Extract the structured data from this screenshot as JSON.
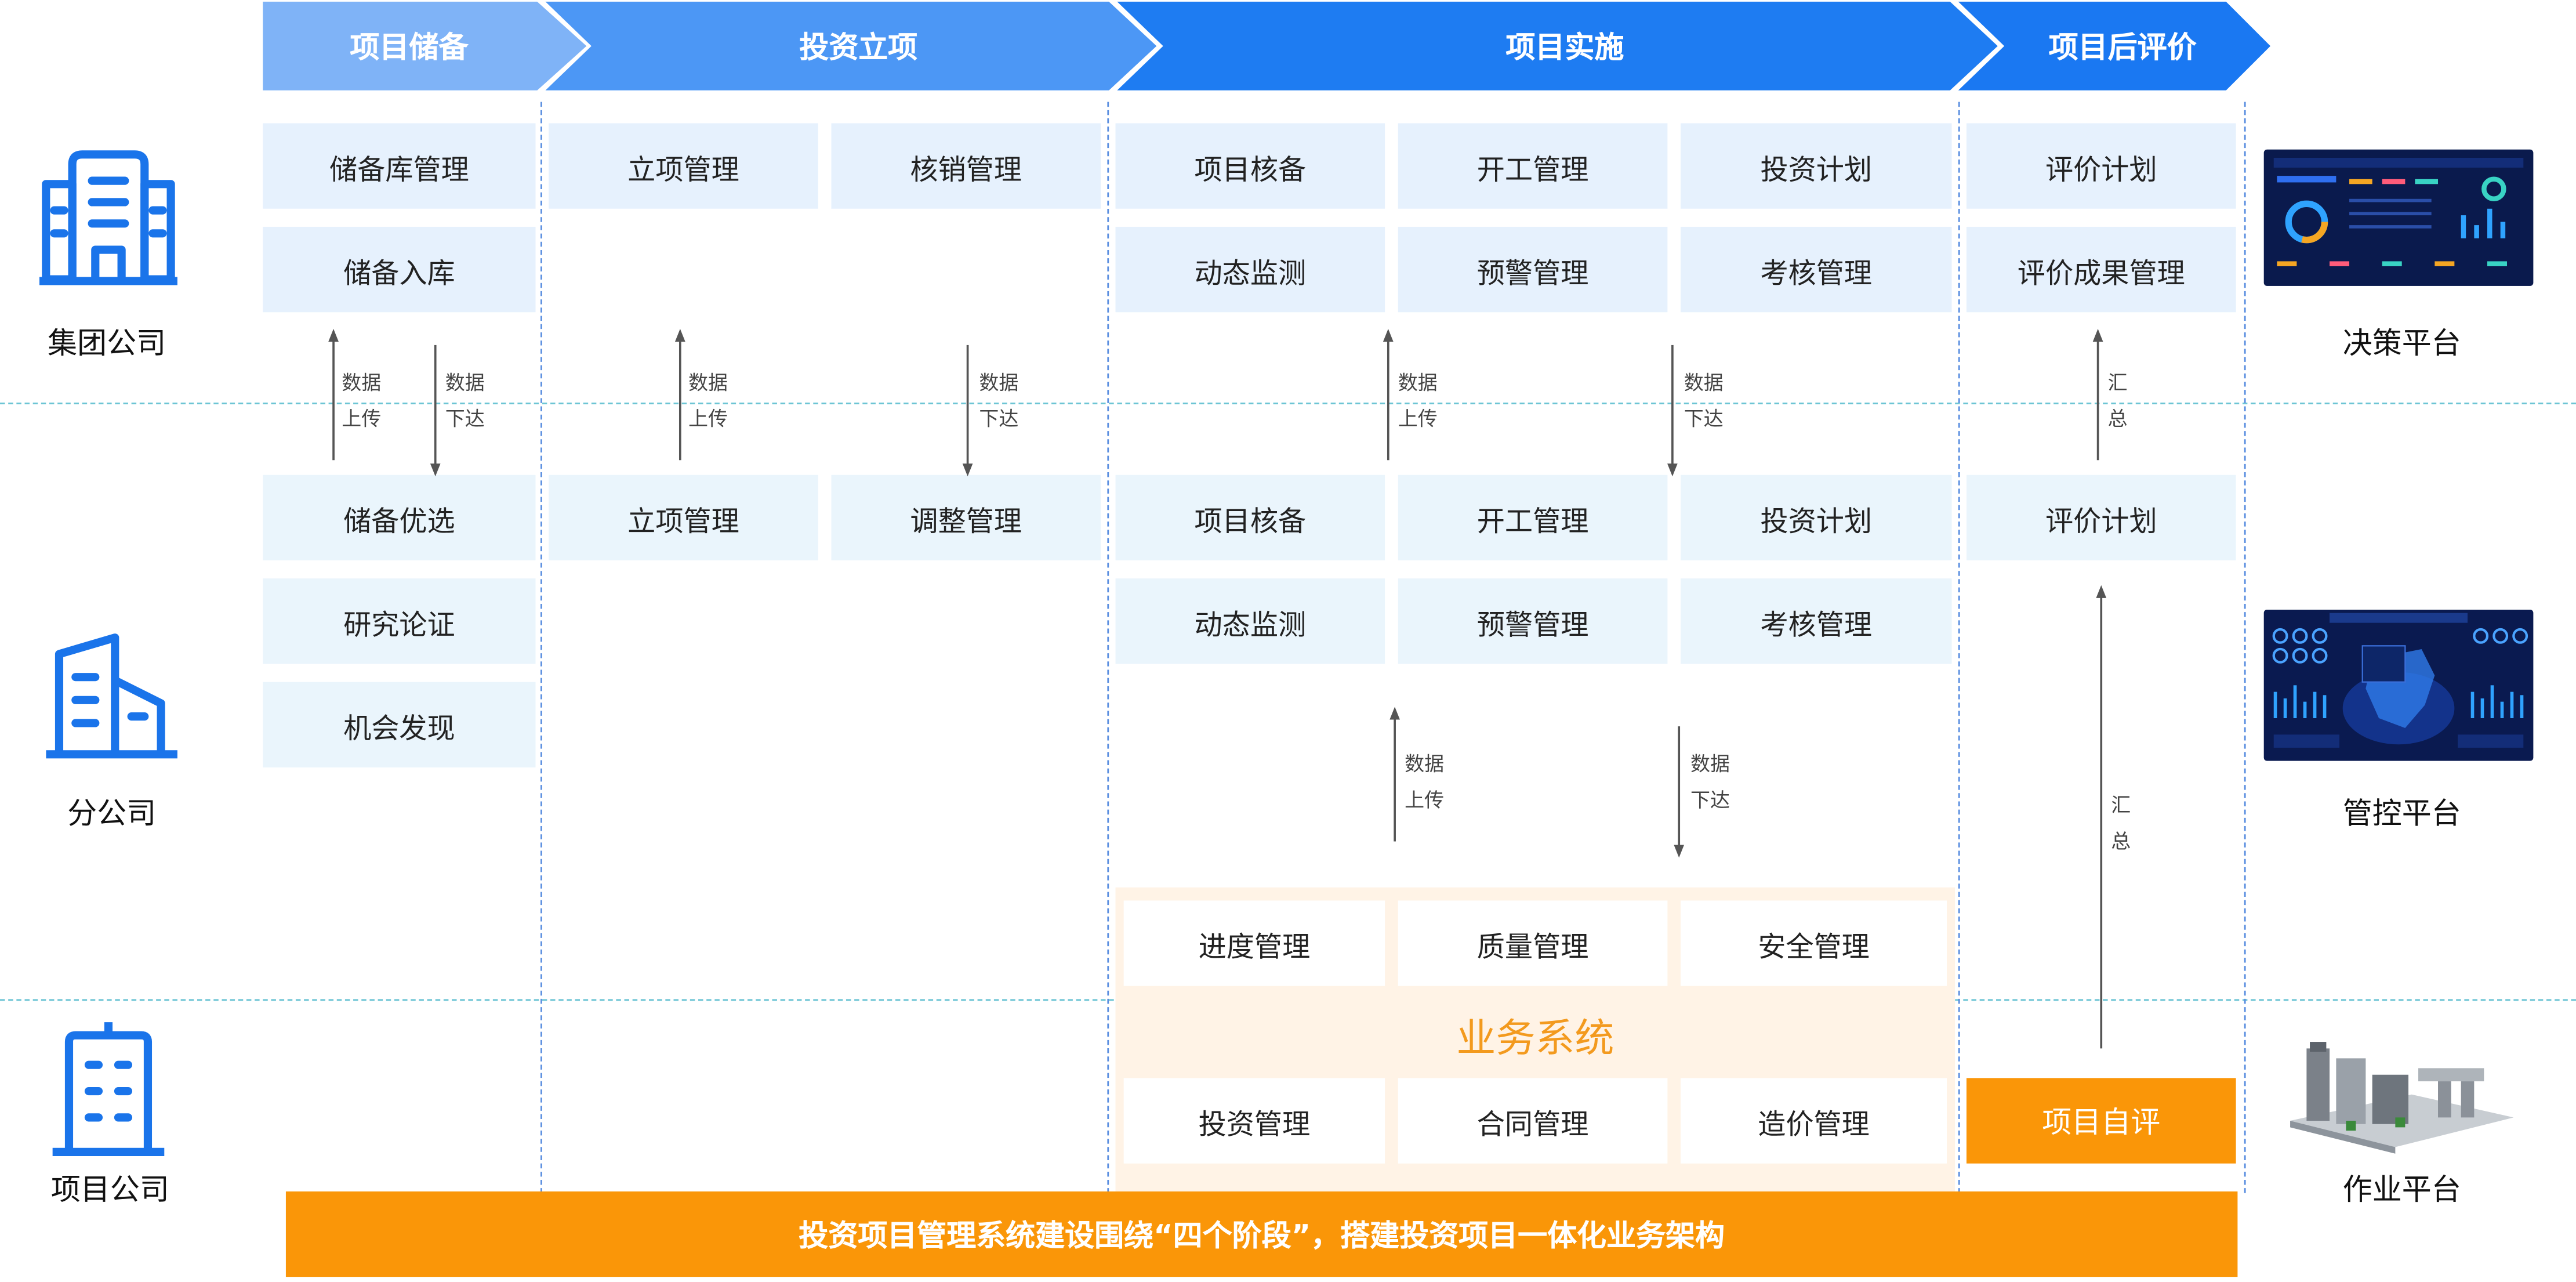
{
  "stages": [
    "项目储备",
    "投资立项",
    "项目实施",
    "项目后评价"
  ],
  "rows": {
    "group": "集团公司",
    "branch": "分公司",
    "project": "项目公司"
  },
  "platforms": {
    "decision": "决策平台",
    "control": "管控平台",
    "operation": "作业平台"
  },
  "group_level": {
    "reserve": [
      "储备库管理",
      "储备入库"
    ],
    "approval": [
      "立项管理",
      "核销管理"
    ],
    "implementation": [
      "项目核备",
      "开工管理",
      "投资计划",
      "动态监测",
      "预警管理",
      "考核管理"
    ],
    "evaluation": [
      "评价计划",
      "评价成果管理"
    ]
  },
  "branch_level": {
    "reserve": [
      "储备优选",
      "研究论证",
      "机会发现"
    ],
    "approval": [
      "立项管理",
      "调整管理"
    ],
    "implementation": [
      "项目核备",
      "开工管理",
      "投资计划",
      "动态监测",
      "预警管理",
      "考核管理"
    ],
    "evaluation": [
      "评价计划"
    ]
  },
  "project_level": {
    "implementation_top": [
      "进度管理",
      "质量管理",
      "安全管理"
    ],
    "business_system": "业务系统",
    "implementation_bottom": [
      "投资管理",
      "合同管理",
      "造价管理"
    ],
    "evaluation": "项目自评"
  },
  "flow_labels": {
    "upload_1": "数据",
    "upload_2": "上传",
    "download_1": "数据",
    "download_2": "下达",
    "summary_1": "汇",
    "summary_2": "总"
  },
  "footer_banner": "投资项目管理系统建设围绕“四个阶段”，搭建投资项目一体化业务架构",
  "colors": {
    "stage1": "#7fb3f7",
    "stage2": "#4c97f5",
    "stage3": "#1e7cf2",
    "stage4": "#1a78f2",
    "cell_blue": "#e6f1fd",
    "cell_light": "#eaf5fc",
    "orange": "#fa9608",
    "orange_text": "#f39a1e",
    "icon_blue": "#1a74ea"
  }
}
